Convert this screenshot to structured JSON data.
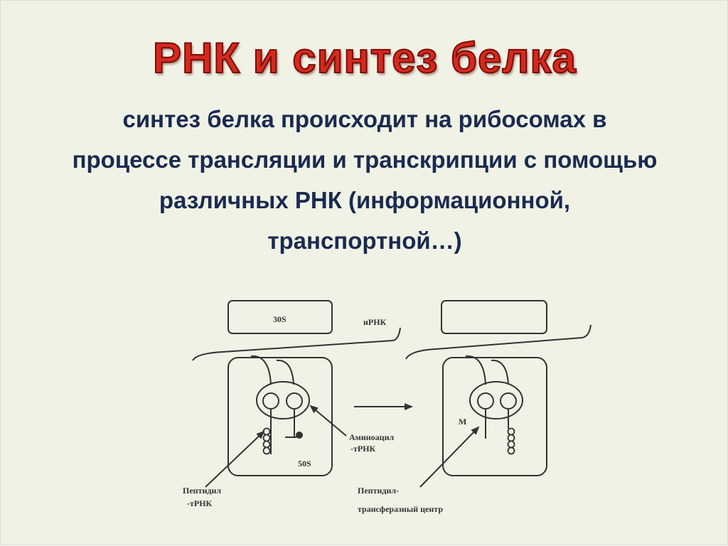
{
  "slide": {
    "title": "РНК и синтез белка",
    "body_lines": [
      "синтез белка происходит на рибосомах в",
      "процессе трансляции и транскрипции с помощью",
      "различных РНК (информационной,",
      "транспортной…)"
    ]
  },
  "diagram": {
    "label_30s": "30S",
    "label_mrna": "иРНК",
    "label_50s": "50S",
    "label_aminoacyl": [
      "Аминоацил",
      "-тРНК"
    ],
    "label_peptidyl": [
      "Пептидил",
      "-тРНК"
    ],
    "label_m": "M",
    "label_transferase": [
      "Пептидил-",
      "трансферазный центр"
    ]
  },
  "colors": {
    "background": "#eff2e4",
    "title": "#d42a1e",
    "body_text": "#1a2a50",
    "diagram_lines": "#333333"
  }
}
